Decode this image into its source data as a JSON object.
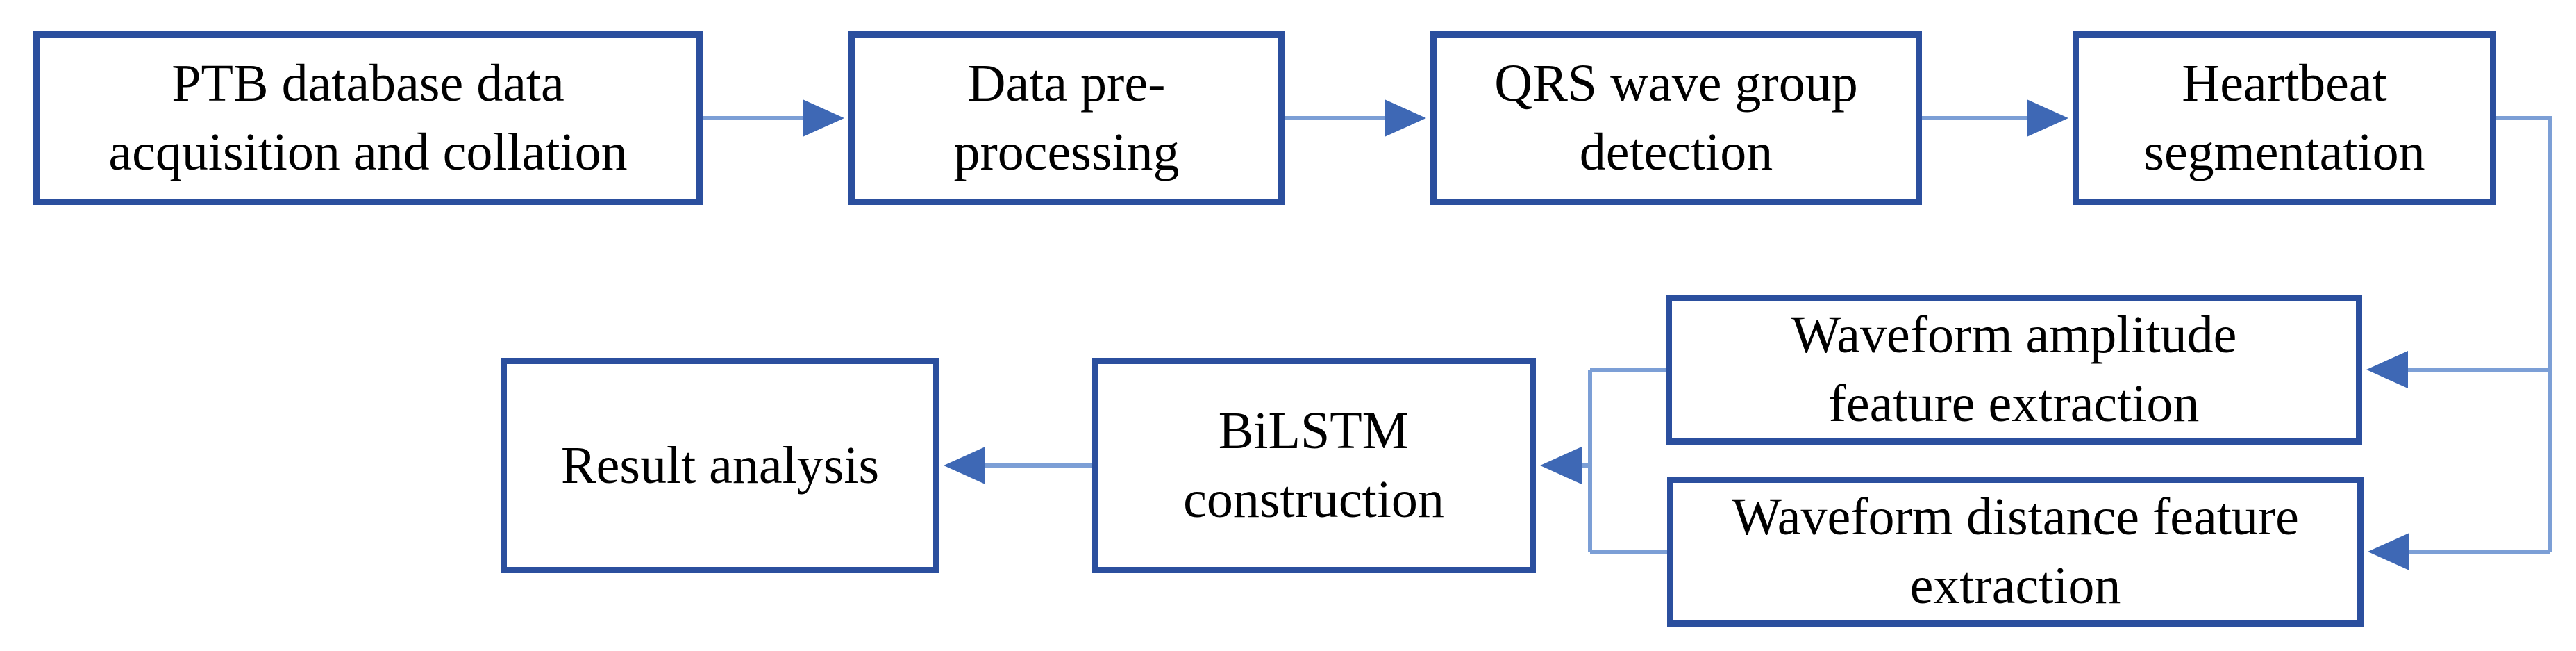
{
  "diagram": {
    "type": "flowchart",
    "colors": {
      "box_border": "#2b4f9e",
      "connector_line": "#7c9fd6",
      "arrowhead": "#3e68b5",
      "text": "#000000",
      "background": "#ffffff"
    },
    "nodes": [
      {
        "id": "ptb",
        "label": "PTB database data\nacquisition and collation"
      },
      {
        "id": "preprocess",
        "label": "Data pre-\nprocessing"
      },
      {
        "id": "qrs",
        "label": "QRS wave group\ndetection"
      },
      {
        "id": "heartbeat",
        "label": "Heartbeat\nsegmentation"
      },
      {
        "id": "amplitude",
        "label": "Waveform amplitude\nfeature extraction"
      },
      {
        "id": "distance",
        "label": "Waveform distance feature\nextraction"
      },
      {
        "id": "bilstm",
        "label": "BiLSTM\nconstruction"
      },
      {
        "id": "result",
        "label": "Result analysis"
      }
    ],
    "edges": [
      {
        "from": "ptb",
        "to": "preprocess"
      },
      {
        "from": "preprocess",
        "to": "qrs"
      },
      {
        "from": "qrs",
        "to": "heartbeat"
      },
      {
        "from": "heartbeat",
        "to": "amplitude"
      },
      {
        "from": "heartbeat",
        "to": "distance"
      },
      {
        "from": "amplitude",
        "to": "bilstm"
      },
      {
        "from": "distance",
        "to": "bilstm"
      },
      {
        "from": "bilstm",
        "to": "result"
      }
    ]
  }
}
